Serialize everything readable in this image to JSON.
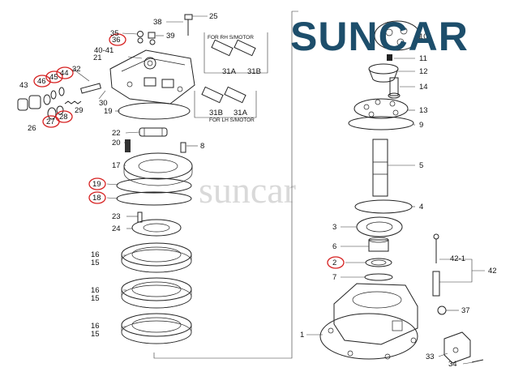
{
  "brand": {
    "name": "SUNCAR",
    "watermark": "suncar"
  },
  "notes": {
    "rh_motor": "FOR RH S/MOTOR",
    "lh_motor": "FOR LH S/MOTOR"
  },
  "callouts": [
    {
      "id": "c25",
      "text": "25",
      "hl": false
    },
    {
      "id": "c38",
      "text": "38",
      "hl": false
    },
    {
      "id": "c35",
      "text": "35",
      "hl": false
    },
    {
      "id": "c36",
      "text": "36",
      "hl": true
    },
    {
      "id": "c39",
      "text": "39",
      "hl": false
    },
    {
      "id": "c4041",
      "text": "40-41",
      "hl": false
    },
    {
      "id": "c21",
      "text": "21",
      "hl": false
    },
    {
      "id": "c31Aa",
      "text": "31A",
      "hl": false
    },
    {
      "id": "c31Ba",
      "text": "31B",
      "hl": false
    },
    {
      "id": "c31Bb",
      "text": "31B",
      "hl": false
    },
    {
      "id": "c31Ab",
      "text": "31A",
      "hl": false
    },
    {
      "id": "c32",
      "text": "32",
      "hl": false
    },
    {
      "id": "c46",
      "text": "46",
      "hl": true
    },
    {
      "id": "c45",
      "text": "45",
      "hl": true
    },
    {
      "id": "c44",
      "text": "44",
      "hl": true
    },
    {
      "id": "c43",
      "text": "43",
      "hl": false
    },
    {
      "id": "c30",
      "text": "30",
      "hl": false
    },
    {
      "id": "c29",
      "text": "29",
      "hl": false
    },
    {
      "id": "c19a",
      "text": "19",
      "hl": false
    },
    {
      "id": "c27",
      "text": "27",
      "hl": true
    },
    {
      "id": "c28",
      "text": "28",
      "hl": true
    },
    {
      "id": "c26",
      "text": "26",
      "hl": false
    },
    {
      "id": "c22",
      "text": "22",
      "hl": false
    },
    {
      "id": "c20",
      "text": "20",
      "hl": false
    },
    {
      "id": "c8",
      "text": "8",
      "hl": false
    },
    {
      "id": "c17",
      "text": "17",
      "hl": false
    },
    {
      "id": "c19b",
      "text": "19",
      "hl": true
    },
    {
      "id": "c18",
      "text": "18",
      "hl": true
    },
    {
      "id": "c23",
      "text": "23",
      "hl": false
    },
    {
      "id": "c24",
      "text": "24",
      "hl": false
    },
    {
      "id": "c16a",
      "text": "16",
      "hl": false
    },
    {
      "id": "c15a",
      "text": "15",
      "hl": false
    },
    {
      "id": "c16b",
      "text": "16",
      "hl": false
    },
    {
      "id": "c15b",
      "text": "15",
      "hl": false
    },
    {
      "id": "c16c",
      "text": "16",
      "hl": false
    },
    {
      "id": "c15c",
      "text": "15",
      "hl": false
    },
    {
      "id": "c10",
      "text": "10",
      "hl": false
    },
    {
      "id": "c11",
      "text": "11",
      "hl": false
    },
    {
      "id": "c12",
      "text": "12",
      "hl": false
    },
    {
      "id": "c14",
      "text": "14",
      "hl": false
    },
    {
      "id": "c13",
      "text": "13",
      "hl": false
    },
    {
      "id": "c9",
      "text": "9",
      "hl": false
    },
    {
      "id": "c5",
      "text": "5",
      "hl": false
    },
    {
      "id": "c4",
      "text": "4",
      "hl": false
    },
    {
      "id": "c3",
      "text": "3",
      "hl": false
    },
    {
      "id": "c6",
      "text": "6",
      "hl": false
    },
    {
      "id": "c2",
      "text": "2",
      "hl": true
    },
    {
      "id": "c421",
      "text": "42-1",
      "hl": false
    },
    {
      "id": "c42",
      "text": "42",
      "hl": false
    },
    {
      "id": "c7",
      "text": "7",
      "hl": false
    },
    {
      "id": "c37",
      "text": "37",
      "hl": false
    },
    {
      "id": "c1",
      "text": "1",
      "hl": false
    },
    {
      "id": "c33",
      "text": "33",
      "hl": false
    },
    {
      "id": "c34",
      "text": "34",
      "hl": false
    }
  ],
  "colors": {
    "logo": "#1d4e6b",
    "highlight": "#d62020",
    "line": "#222222",
    "watermark": "#d9d9d9"
  }
}
